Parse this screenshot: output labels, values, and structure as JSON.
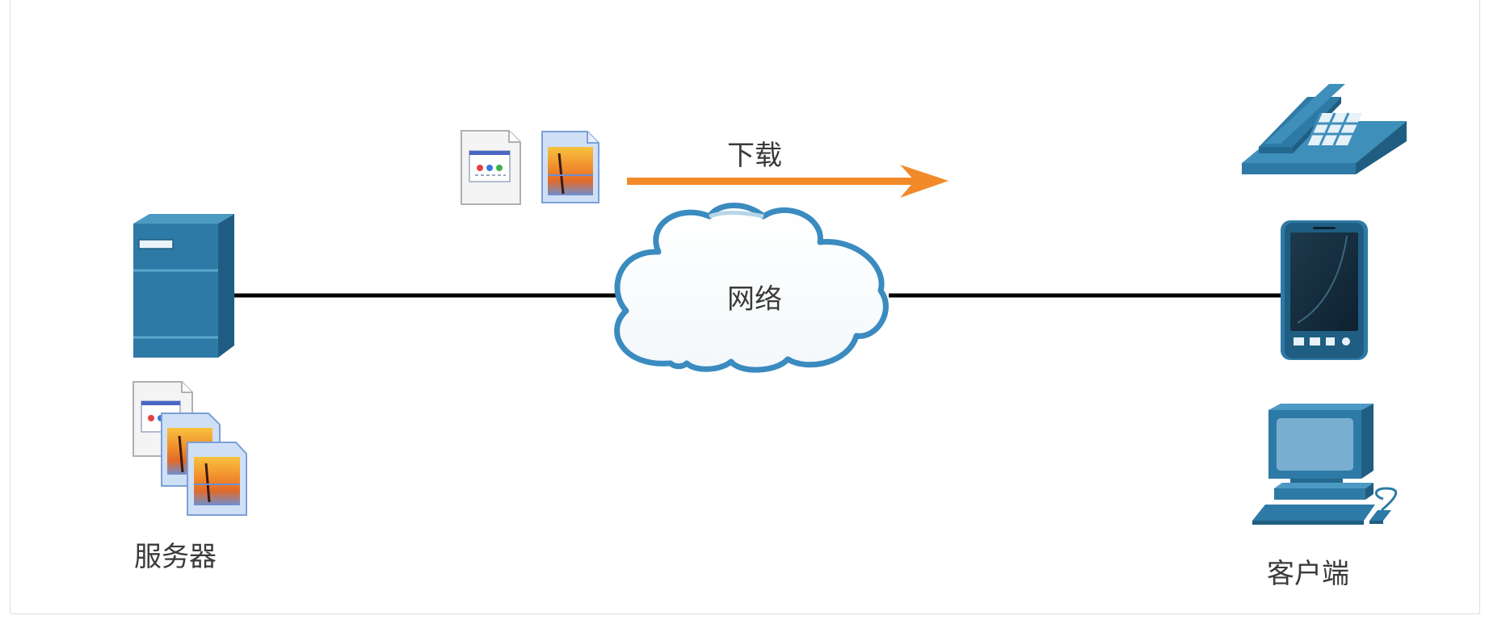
{
  "labels": {
    "download": "下载",
    "network": "网络",
    "server": "服务器",
    "client": "客户端"
  },
  "icons": {
    "server": "server-tower-icon",
    "cloud": "network-cloud-icon",
    "phone": "desk-telephone-icon",
    "smartphone": "smartphone-icon",
    "computer": "desktop-computer-icon",
    "web_page": "web-page-document-icon",
    "image_file": "image-document-icon"
  },
  "colors": {
    "device_blue": "#2e7aa6",
    "device_dark": "#1f5e82",
    "arrow": "#f28a2a",
    "line": "#000000",
    "cloud_stroke": "#3a8bbf",
    "text": "#3a3a3a"
  }
}
